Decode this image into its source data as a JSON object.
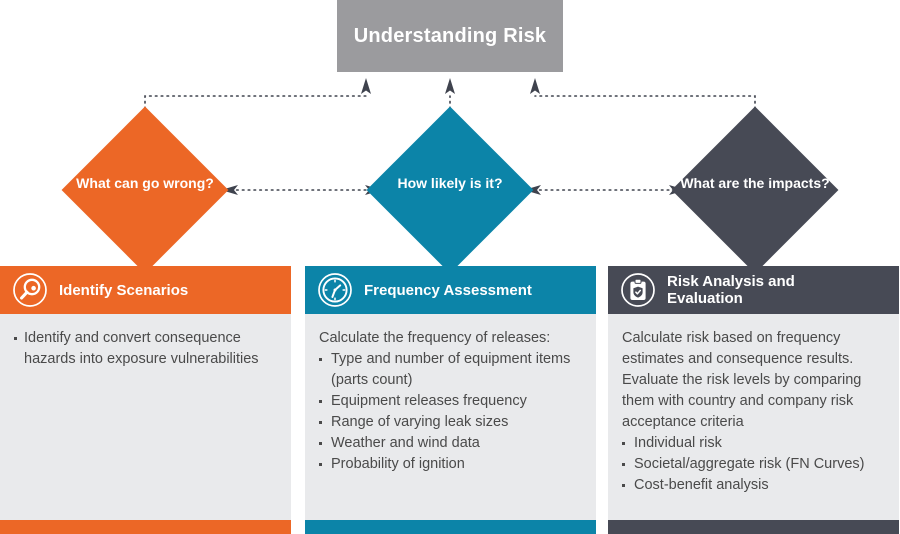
{
  "header": {
    "title": "Understanding Risk",
    "box_color": "#9b9b9e"
  },
  "colors": {
    "orange": "#ec6726",
    "teal": "#0c84a8",
    "slate": "#474a55",
    "card_background": "#e9eaec",
    "body_text": "#4a4a4a",
    "connector": "#3f434e"
  },
  "diamonds": [
    {
      "label": "What can go\nwrong?",
      "color": "#ec6726",
      "name": "what-can-go-wrong"
    },
    {
      "label": "How likely\nis it?",
      "color": "#0c84a8",
      "name": "how-likely-is-it"
    },
    {
      "label": "What are\nthe impacts?",
      "color": "#474a55",
      "name": "what-are-the-impacts"
    }
  ],
  "cards": [
    {
      "title": "Identify Scenarios",
      "icon": "magnifier-icon",
      "color": "#ec6726",
      "lead": "",
      "bullets": [
        "Identify and convert consequence hazards into exposure vulnerabilities"
      ]
    },
    {
      "title": "Frequency Assessment",
      "icon": "clock-gauge-icon",
      "color": "#0c84a8",
      "lead": "Calculate the frequency of releases:",
      "bullets": [
        "Type and number of equipment items (parts count)",
        "Equipment releases frequency",
        "Range of varying leak sizes",
        "Weather and wind data",
        "Probability of ignition"
      ]
    },
    {
      "title": "Risk Analysis and\nEvaluation",
      "icon": "clipboard-shield-icon",
      "color": "#474a55",
      "lead": "Calculate risk based on frequency estimates and consequence results. Evaluate the risk levels by comparing them with country and company risk acceptance criteria",
      "bullets": [
        "Individual risk",
        "Societal/aggregate risk (FN Curves)",
        "Cost-benefit analysis"
      ]
    }
  ]
}
